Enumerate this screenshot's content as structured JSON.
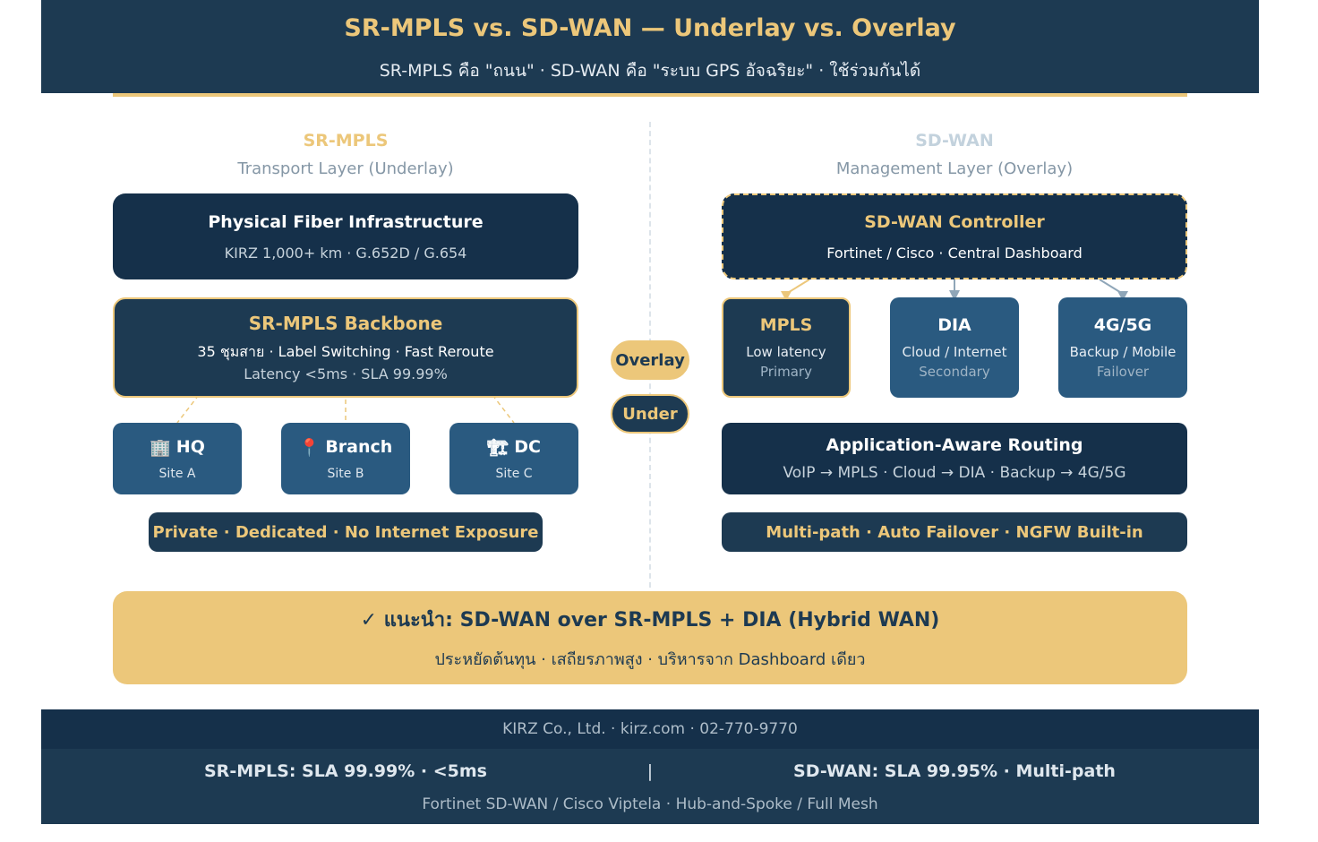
{
  "header": {
    "title": "SR-MPLS vs. SD-WAN — Underlay vs. Overlay",
    "subtitle": "SR-MPLS คือ \"ถนน\" · SD-WAN คือ \"ระบบ GPS อัจฉริยะ\" · ใช้ร่วมกันได้"
  },
  "left": {
    "title": "SR-MPLS",
    "subtitle": "Transport Layer (Underlay)",
    "fiber": {
      "title": "Physical Fiber Infrastructure",
      "line": "KIRZ 1,000+ km · G.652D / G.654"
    },
    "backbone": {
      "title": "SR-MPLS Backbone",
      "line1": "35 ชุมสาย · Label Switching · Fast Reroute",
      "line2": "Latency <5ms · SLA 99.99%"
    },
    "sites": [
      {
        "icon": "🏢",
        "icon_name": "office-building-icon",
        "title": "HQ",
        "sub": "Site A"
      },
      {
        "icon": "📍",
        "icon_name": "location-pin-icon",
        "title": "Branch",
        "sub": "Site B"
      },
      {
        "icon": "🏗",
        "icon_name": "datacenter-icon",
        "title": "DC",
        "sub": "Site C"
      }
    ],
    "pill": "Private · Dedicated · No Internet Exposure"
  },
  "middle": {
    "overlay_label": "Overlay",
    "under_label": "Under"
  },
  "right": {
    "title": "SD-WAN",
    "subtitle": "Management Layer (Overlay)",
    "controller": {
      "title": "SD-WAN Controller",
      "line": "Fortinet / Cisco · Central Dashboard"
    },
    "links": [
      {
        "title": "MPLS",
        "l1": "Low latency",
        "l2": "Primary"
      },
      {
        "title": "DIA",
        "l1": "Cloud / Internet",
        "l2": "Secondary"
      },
      {
        "title": "4G/5G",
        "l1": "Backup / Mobile",
        "l2": "Failover"
      }
    ],
    "routing": {
      "title": "Application-Aware Routing",
      "line": "VoIP → MPLS · Cloud → DIA · Backup → 4G/5G"
    },
    "pill": "Multi-path · Auto Failover · NGFW Built-in"
  },
  "recommendation": {
    "title": "✓ แนะนำ: SD-WAN over SR-MPLS + DIA (Hybrid WAN)",
    "subtitle": "ประหยัดต้นทุน · เสถียรภาพสูง · บริหารจาก Dashboard เดียว"
  },
  "footer": {
    "company": "KIRZ Co., Ltd. · kirz.com · 02-770-9770",
    "left": "SR-MPLS: SLA 99.99% · <5ms",
    "separator": "|",
    "right": "SD-WAN: SLA 99.95% · Multi-path",
    "bottom": "Fortinet SD-WAN / Cisco Viptela · Hub-and-Spoke / Full Mesh"
  },
  "colors": {
    "navy": "#1d3a52",
    "dark_navy": "#15304a",
    "blue": "#2a5a80",
    "gold": "#ecc77a",
    "grey_arrow": "#8fa6b8"
  }
}
